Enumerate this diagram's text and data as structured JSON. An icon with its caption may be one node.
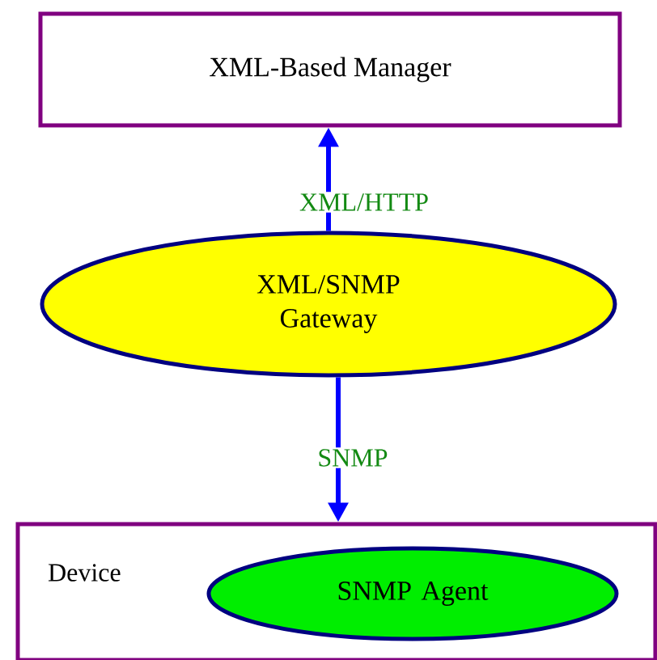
{
  "diagram": {
    "nodes": [
      {
        "text": [
          "XML-Based Manager"
        ]
      },
      {
        "text": [
          "XML/SNMP Gateway"
        ]
      },
      {
        "text": [
          "Device"
        ]
      },
      {
        "text": [
          "SNMP Agent"
        ],
        "in": 2
      }
    ],
    "edges": [
      {
        "from": 1,
        "to": 0,
        "arrow": "to",
        "label": "XML/HTTP"
      },
      {
        "from": 1,
        "to": 2,
        "arrow": "to",
        "label": "SNMP"
      }
    ]
  }
}
